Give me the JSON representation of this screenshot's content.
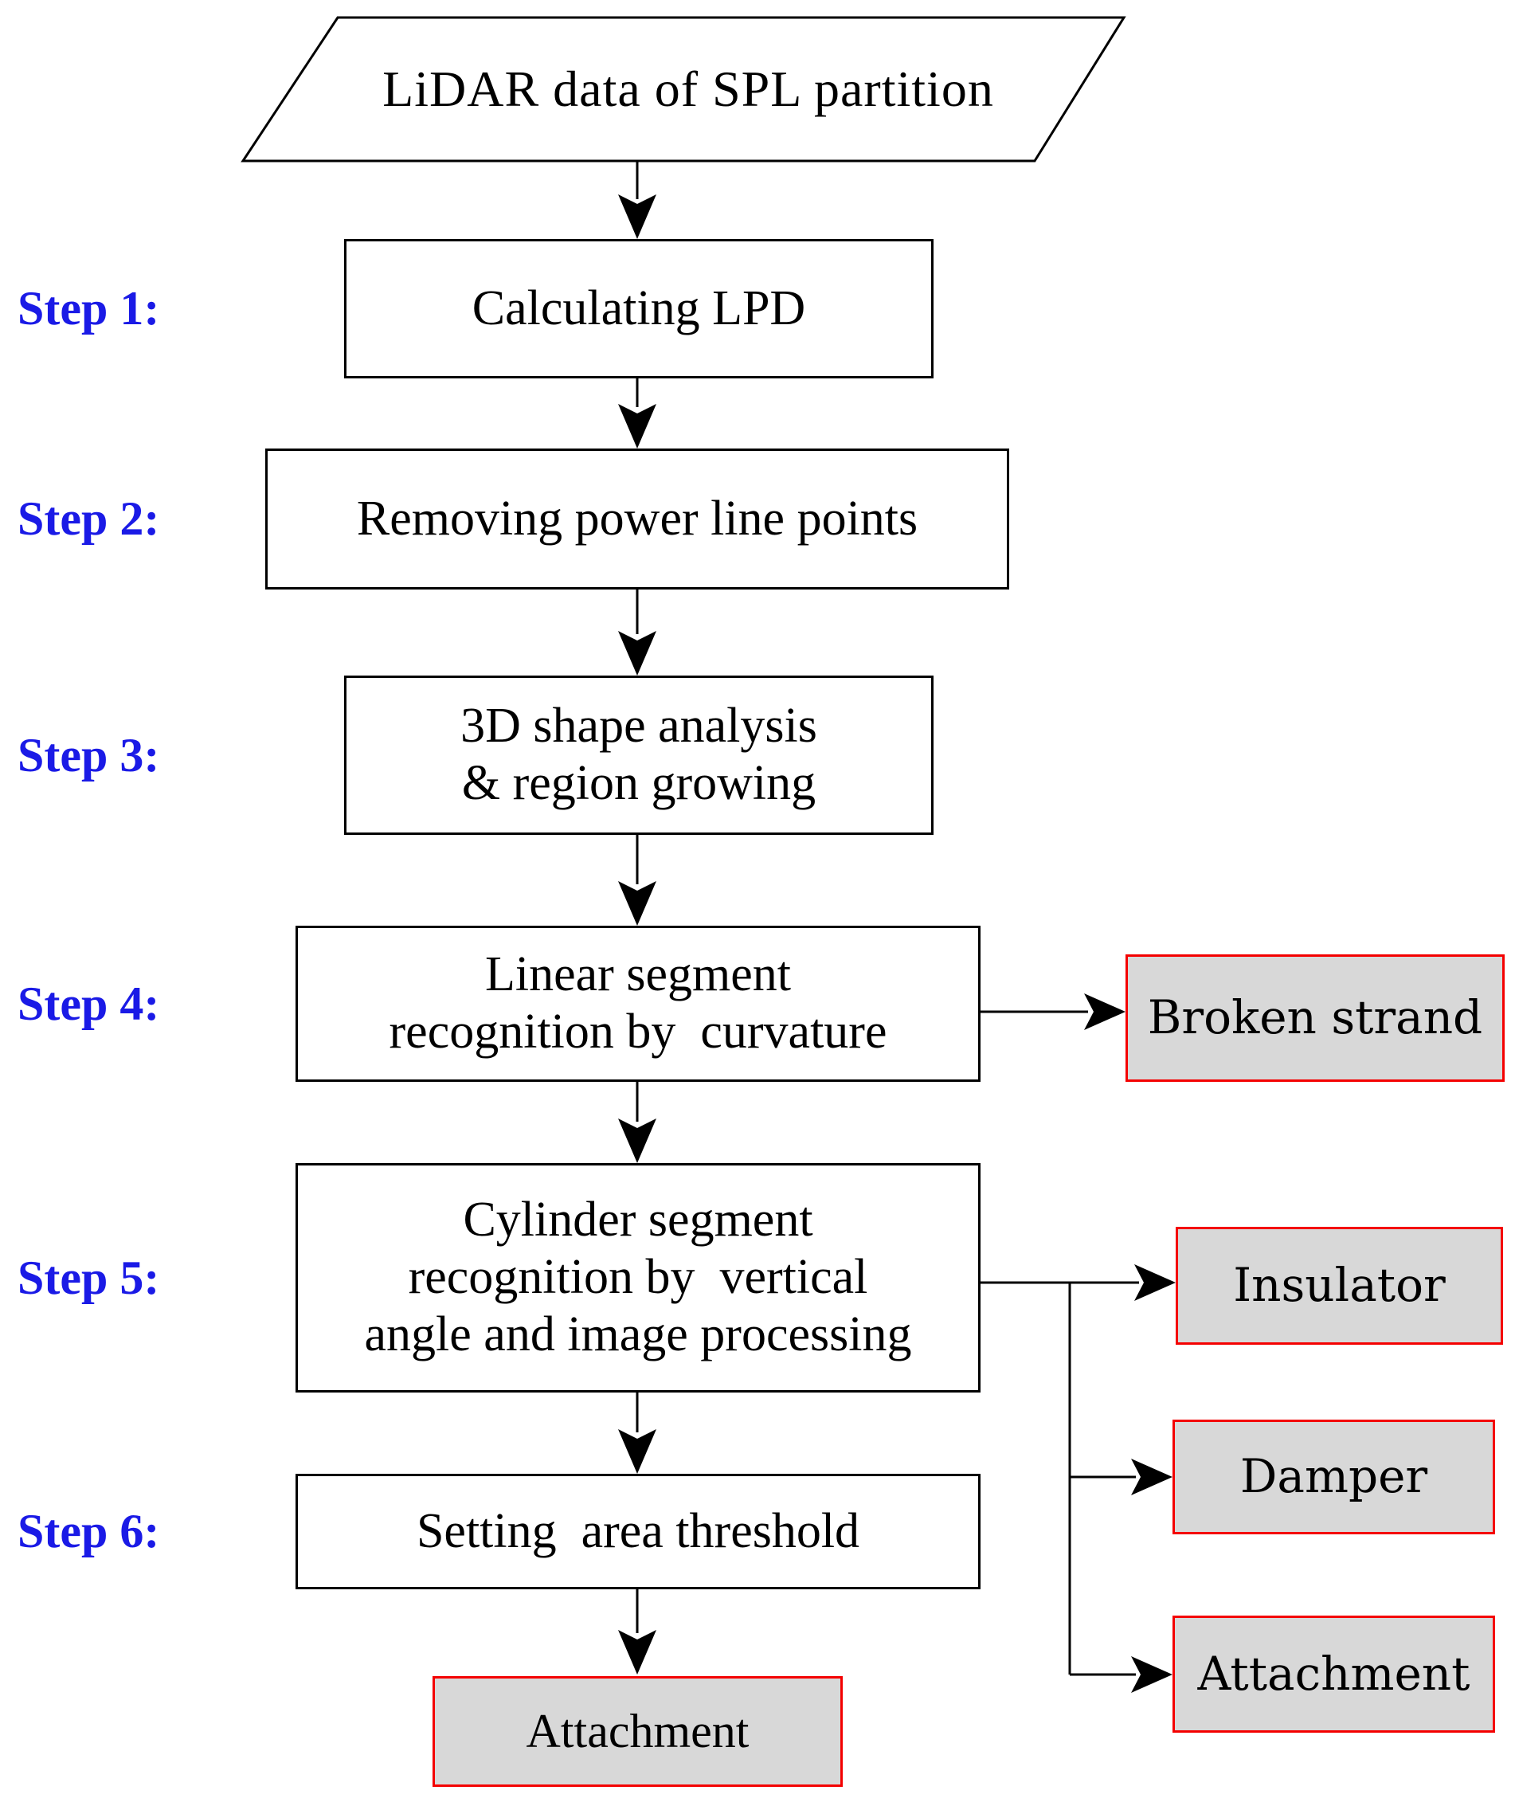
{
  "flowchart": {
    "source_label": "LiDAR data of SPL partition",
    "steps": [
      {
        "label": "Step 1:",
        "lines": [
          "Calculating LPD"
        ]
      },
      {
        "label": "Step 2:",
        "lines": [
          "Removing power line points"
        ]
      },
      {
        "label": "Step 3:",
        "lines": [
          "3D shape analysis",
          "& region growing"
        ]
      },
      {
        "label": "Step 4:",
        "lines": [
          "Linear segment",
          "recognition by  curvature"
        ]
      },
      {
        "label": "Step 5:",
        "lines": [
          "Cylinder segment",
          "recognition by  vertical",
          "angle and image processing"
        ]
      },
      {
        "label": "Step 6:",
        "lines": [
          "Setting  area threshold"
        ]
      }
    ],
    "outputs": {
      "broken_strand": "Broken strand",
      "insulator": "Insulator",
      "damper": "Damper",
      "attachment_side": "Attachment",
      "attachment_final": "Attachment"
    },
    "colors": {
      "step_label": "#1a1ae6",
      "output_fill": "#d8d8d8",
      "output_border": "#f40000",
      "line": "#000000",
      "process_fill": "#ffffff",
      "background": "#ffffff"
    }
  }
}
